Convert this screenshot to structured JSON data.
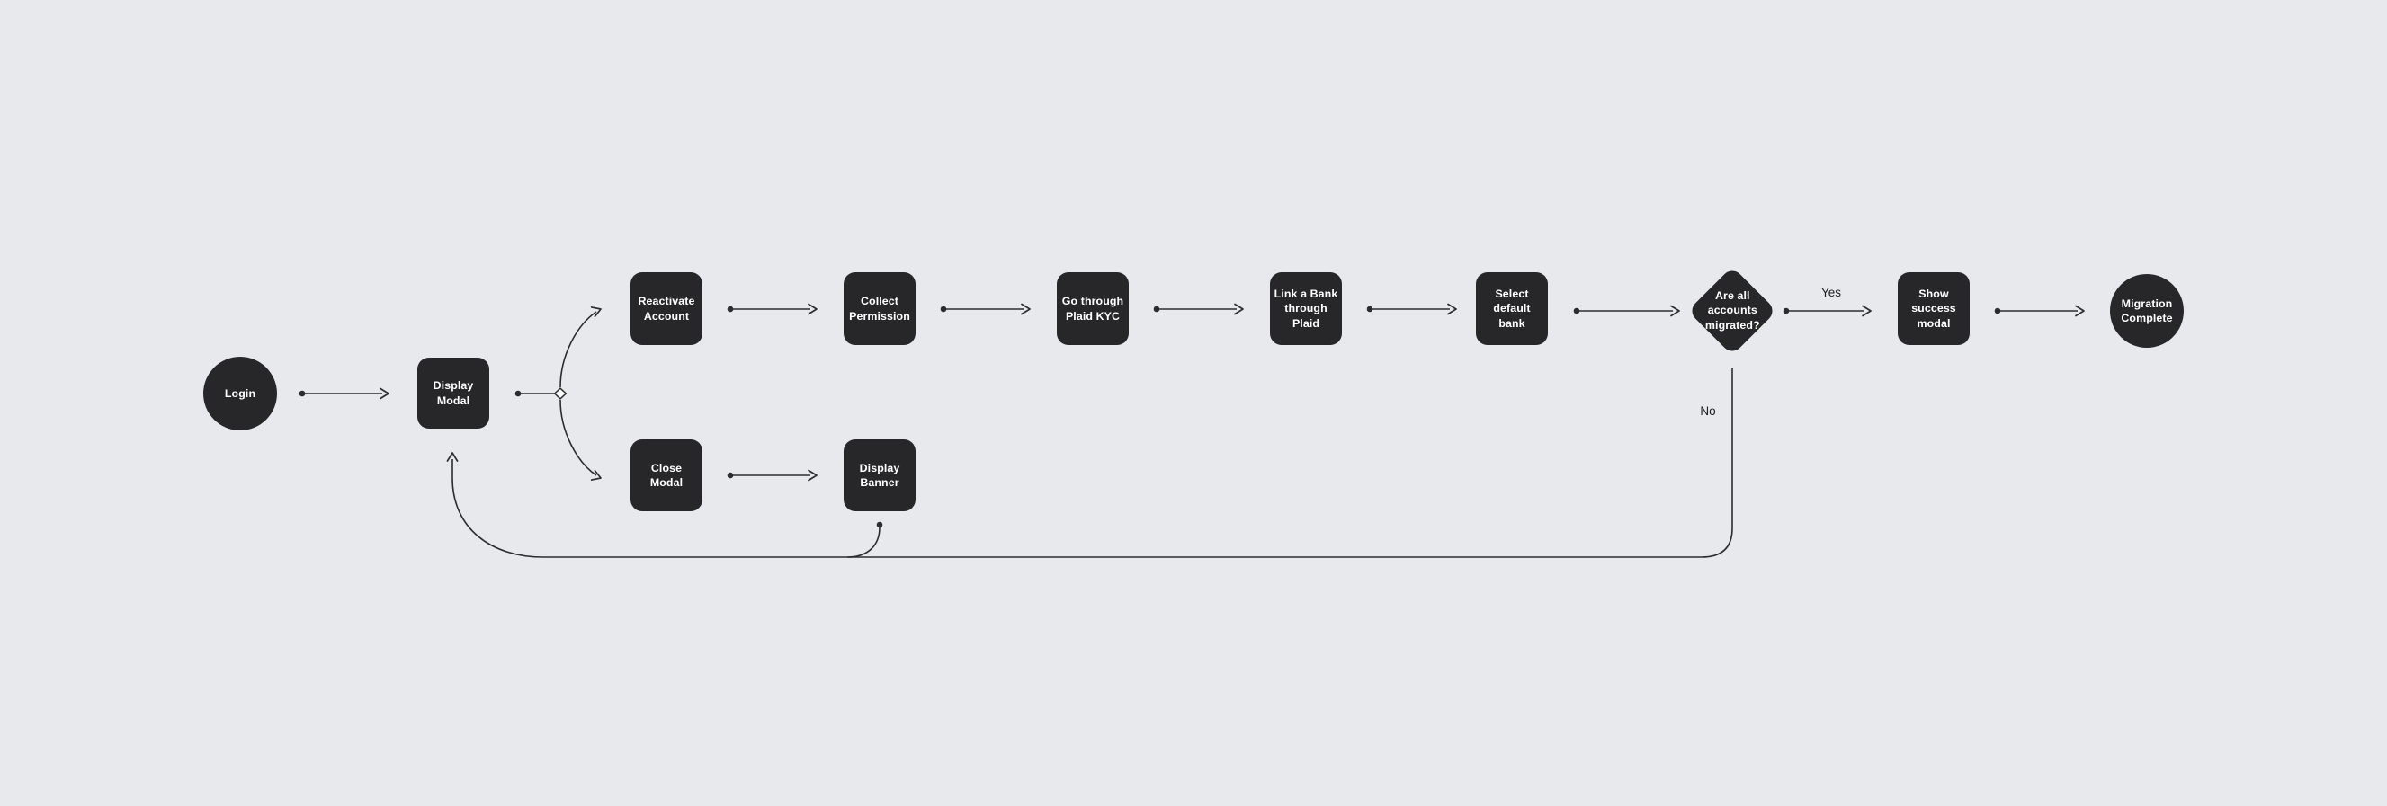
{
  "colors": {
    "background": "#e7e9ed",
    "node_fill": "#272729",
    "node_text": "#ffffff",
    "connector": "#2d2d30",
    "edge_label_text": "#1e1e21",
    "splitter_fill": "#fafafa"
  },
  "nodes": [
    {
      "id": "login",
      "type": "circle",
      "label": "Login"
    },
    {
      "id": "display-modal",
      "type": "box",
      "label": "Display Modal"
    },
    {
      "id": "reactivate-account",
      "type": "box",
      "label": "Reactivate Account"
    },
    {
      "id": "close-modal",
      "type": "box",
      "label": "Close Modal"
    },
    {
      "id": "collect-permission",
      "type": "box",
      "label": "Collect Permission"
    },
    {
      "id": "display-banner",
      "type": "box",
      "label": "Display Banner"
    },
    {
      "id": "go-through-plaid-kyc",
      "type": "box",
      "label": "Go through Plaid KYC"
    },
    {
      "id": "link-a-bank-through-plaid",
      "type": "box",
      "label": "Link a Bank through Plaid"
    },
    {
      "id": "select-default-bank",
      "type": "box",
      "label": "Select default bank"
    },
    {
      "id": "are-all-accounts-migrated",
      "type": "decision",
      "label": "Are all accounts migrated?"
    },
    {
      "id": "show-success-modal",
      "type": "box",
      "label": "Show success modal"
    },
    {
      "id": "migration-complete",
      "type": "circle",
      "label": "Migration Complete"
    }
  ],
  "edges": [
    {
      "from": "login",
      "to": "display-modal",
      "label": ""
    },
    {
      "from": "display-modal",
      "to": "branch-splitter",
      "label": ""
    },
    {
      "from": "branch-splitter",
      "to": "reactivate-account",
      "label": ""
    },
    {
      "from": "branch-splitter",
      "to": "close-modal",
      "label": ""
    },
    {
      "from": "reactivate-account",
      "to": "collect-permission",
      "label": ""
    },
    {
      "from": "close-modal",
      "to": "display-banner",
      "label": ""
    },
    {
      "from": "collect-permission",
      "to": "go-through-plaid-kyc",
      "label": ""
    },
    {
      "from": "go-through-plaid-kyc",
      "to": "link-a-bank-through-plaid",
      "label": ""
    },
    {
      "from": "link-a-bank-through-plaid",
      "to": "select-default-bank",
      "label": ""
    },
    {
      "from": "select-default-bank",
      "to": "are-all-accounts-migrated",
      "label": ""
    },
    {
      "from": "are-all-accounts-migrated",
      "to": "show-success-modal",
      "label": "Yes"
    },
    {
      "from": "show-success-modal",
      "to": "migration-complete",
      "label": ""
    },
    {
      "from": "are-all-accounts-migrated",
      "to": "display-modal",
      "label": "No"
    },
    {
      "from": "display-banner",
      "to": "display-modal",
      "label": ""
    }
  ]
}
